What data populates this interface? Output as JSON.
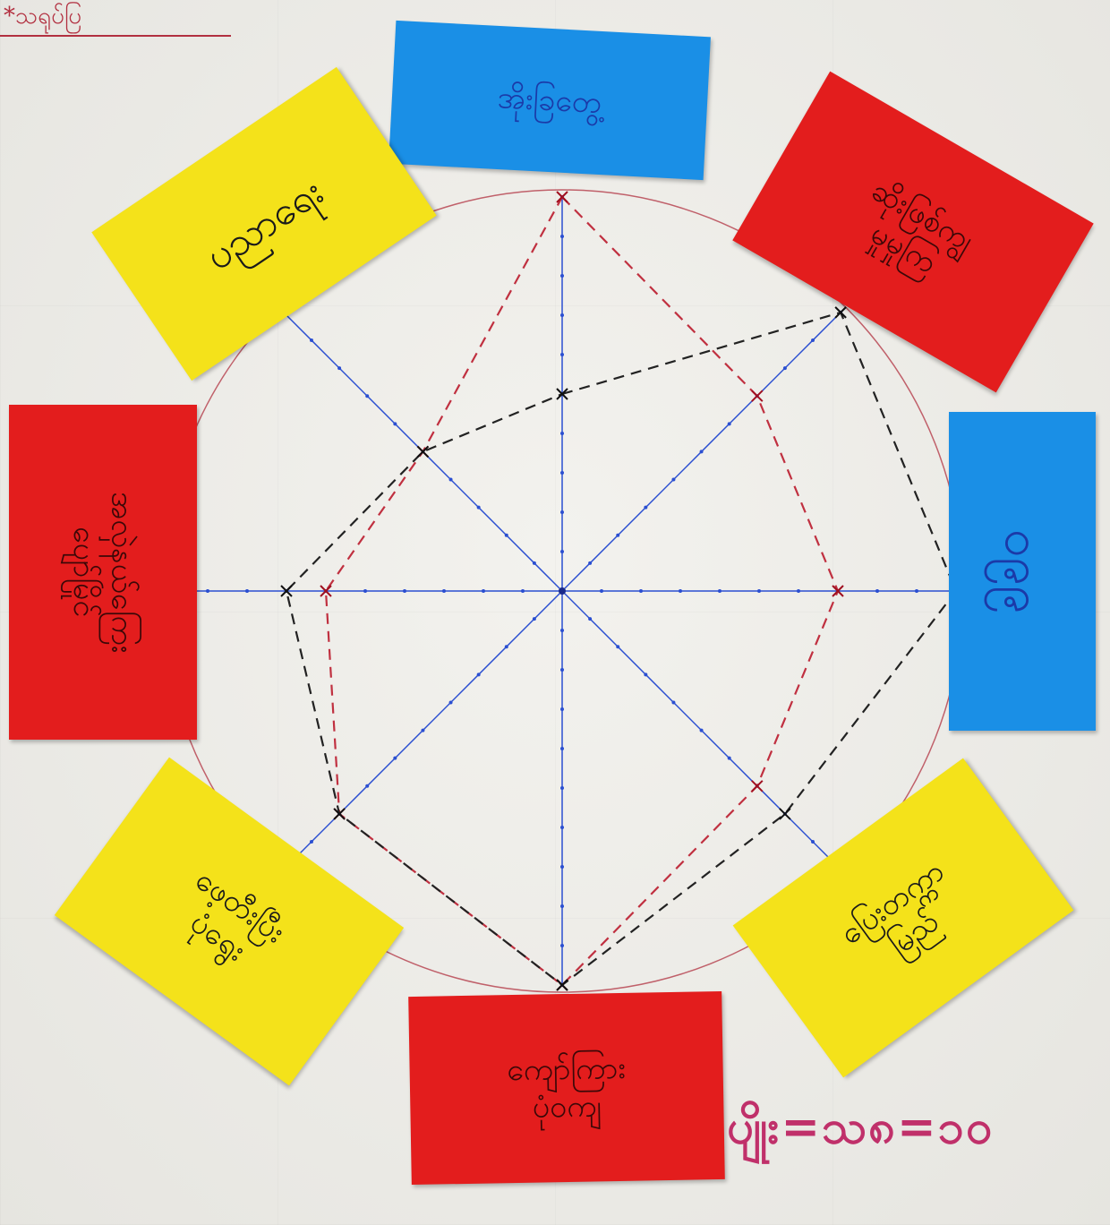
{
  "title": "*သရုပ်ပြ",
  "colors": {
    "yellow": "#f4e21a",
    "blue": "#1a8fe6",
    "red": "#e31d1d",
    "axis": "#2b4fd1",
    "circle": "#c0606a",
    "dash_red": "#c03040",
    "dash_black": "#222222"
  },
  "labels": {
    "top": "အိုးခြတွေ့",
    "top_right": "ဆိုးဖြစ်ကျွ\nမှုမှုကြ",
    "right": "၀၉၉",
    "bottom_right": "ပြေးတက္ကာ\nမြည်",
    "bottom": "ကျော်ကြား\nပုံ၀ကျ",
    "bottom_left": "ဖေ့တီးပြီး\nပုံရွေး",
    "left": "အလှဲနယ်ကြေး\nပျော်မြိုင်",
    "top_left": "ပညာရေး"
  },
  "footer": "ပျိုး=သ၈=၁၀",
  "chart_data": {
    "type": "radar",
    "categories": [
      "top",
      "top_right",
      "right",
      "bottom_right",
      "bottom",
      "bottom_left",
      "left",
      "top_left"
    ],
    "max": 10,
    "series": [
      {
        "values": [
          10,
          7,
          7,
          7,
          10,
          8,
          6,
          5
        ]
      },
      {
        "values": [
          5,
          10,
          10,
          8,
          10,
          8,
          7,
          5
        ]
      }
    ],
    "grid": false
  }
}
